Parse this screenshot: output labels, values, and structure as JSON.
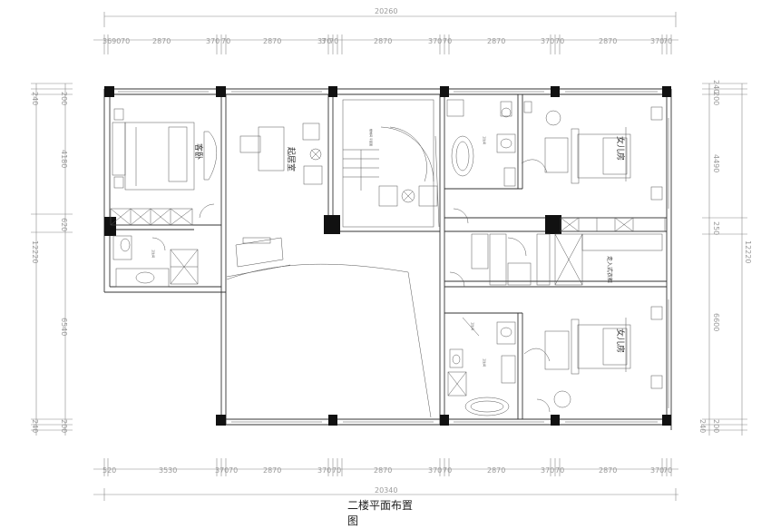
{
  "overall": {
    "top": "20260",
    "bottom": "20340",
    "left": "12220",
    "right": "12220"
  },
  "top_dims": [
    "3690",
    "70",
    "2870",
    "370",
    "70",
    "2870",
    "370",
    "3",
    "70",
    "2870",
    "370",
    "70",
    "2870",
    "370",
    "70",
    "2870",
    "370",
    "70",
    "2870",
    "370",
    "70"
  ],
  "bottom_dims": [
    "520",
    "3530",
    "370",
    "70",
    "2870",
    "370",
    "70",
    "2870",
    "370",
    "70",
    "2870",
    "370",
    "70",
    "2870",
    "370",
    "70"
  ],
  "left_dims": [
    "240",
    "200",
    "4180",
    "620",
    "6540",
    "240",
    "200"
  ],
  "right_dims": [
    "200",
    "240",
    "4490",
    "250",
    "6600",
    "200",
    "240"
  ],
  "rooms": {
    "guest": "客卧",
    "living": "起居室",
    "daughter_top": "女儿房",
    "daughter_bottom": "女儿房",
    "walkin": "走入式衣柜"
  },
  "small_labels": {
    "stair_note": "楼梯间 平面图",
    "bath1": "卫生间",
    "bath2": "卫生间",
    "wc": "卫生间",
    "toilet": "卫生间"
  },
  "caption": {
    "line1": "二楼平面布置",
    "line2": "图"
  }
}
